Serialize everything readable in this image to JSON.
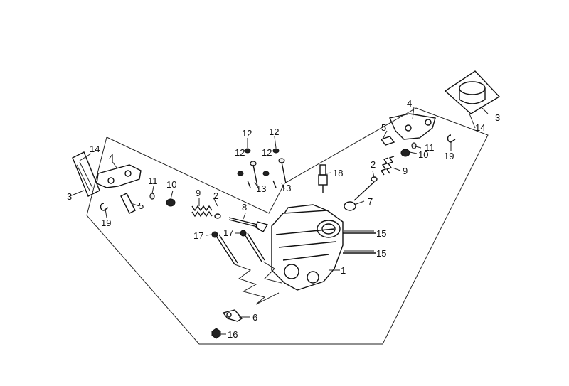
{
  "callouts": {
    "c1": "1",
    "c2a": "2",
    "c2b": "2",
    "c3a": "3",
    "c3b": "3",
    "c4a": "4",
    "c4b": "4",
    "c5a": "5",
    "c5b": "5",
    "c6": "6",
    "c7": "7",
    "c8": "8",
    "c9a": "9",
    "c9b": "9",
    "c10a": "10",
    "c10b": "10",
    "c11a": "11",
    "c11b": "11",
    "c12a": "12",
    "c12b": "12",
    "c12c": "12",
    "c12d": "12",
    "c13a": "13",
    "c13b": "13",
    "c14a": "14",
    "c14b": "14",
    "c15a": "15",
    "c15b": "15",
    "c16": "16",
    "c17a": "17",
    "c17b": "17",
    "c18": "18",
    "c19a": "19",
    "c19b": "19"
  },
  "colors": {
    "line": "#111111",
    "background": "#ffffff"
  }
}
